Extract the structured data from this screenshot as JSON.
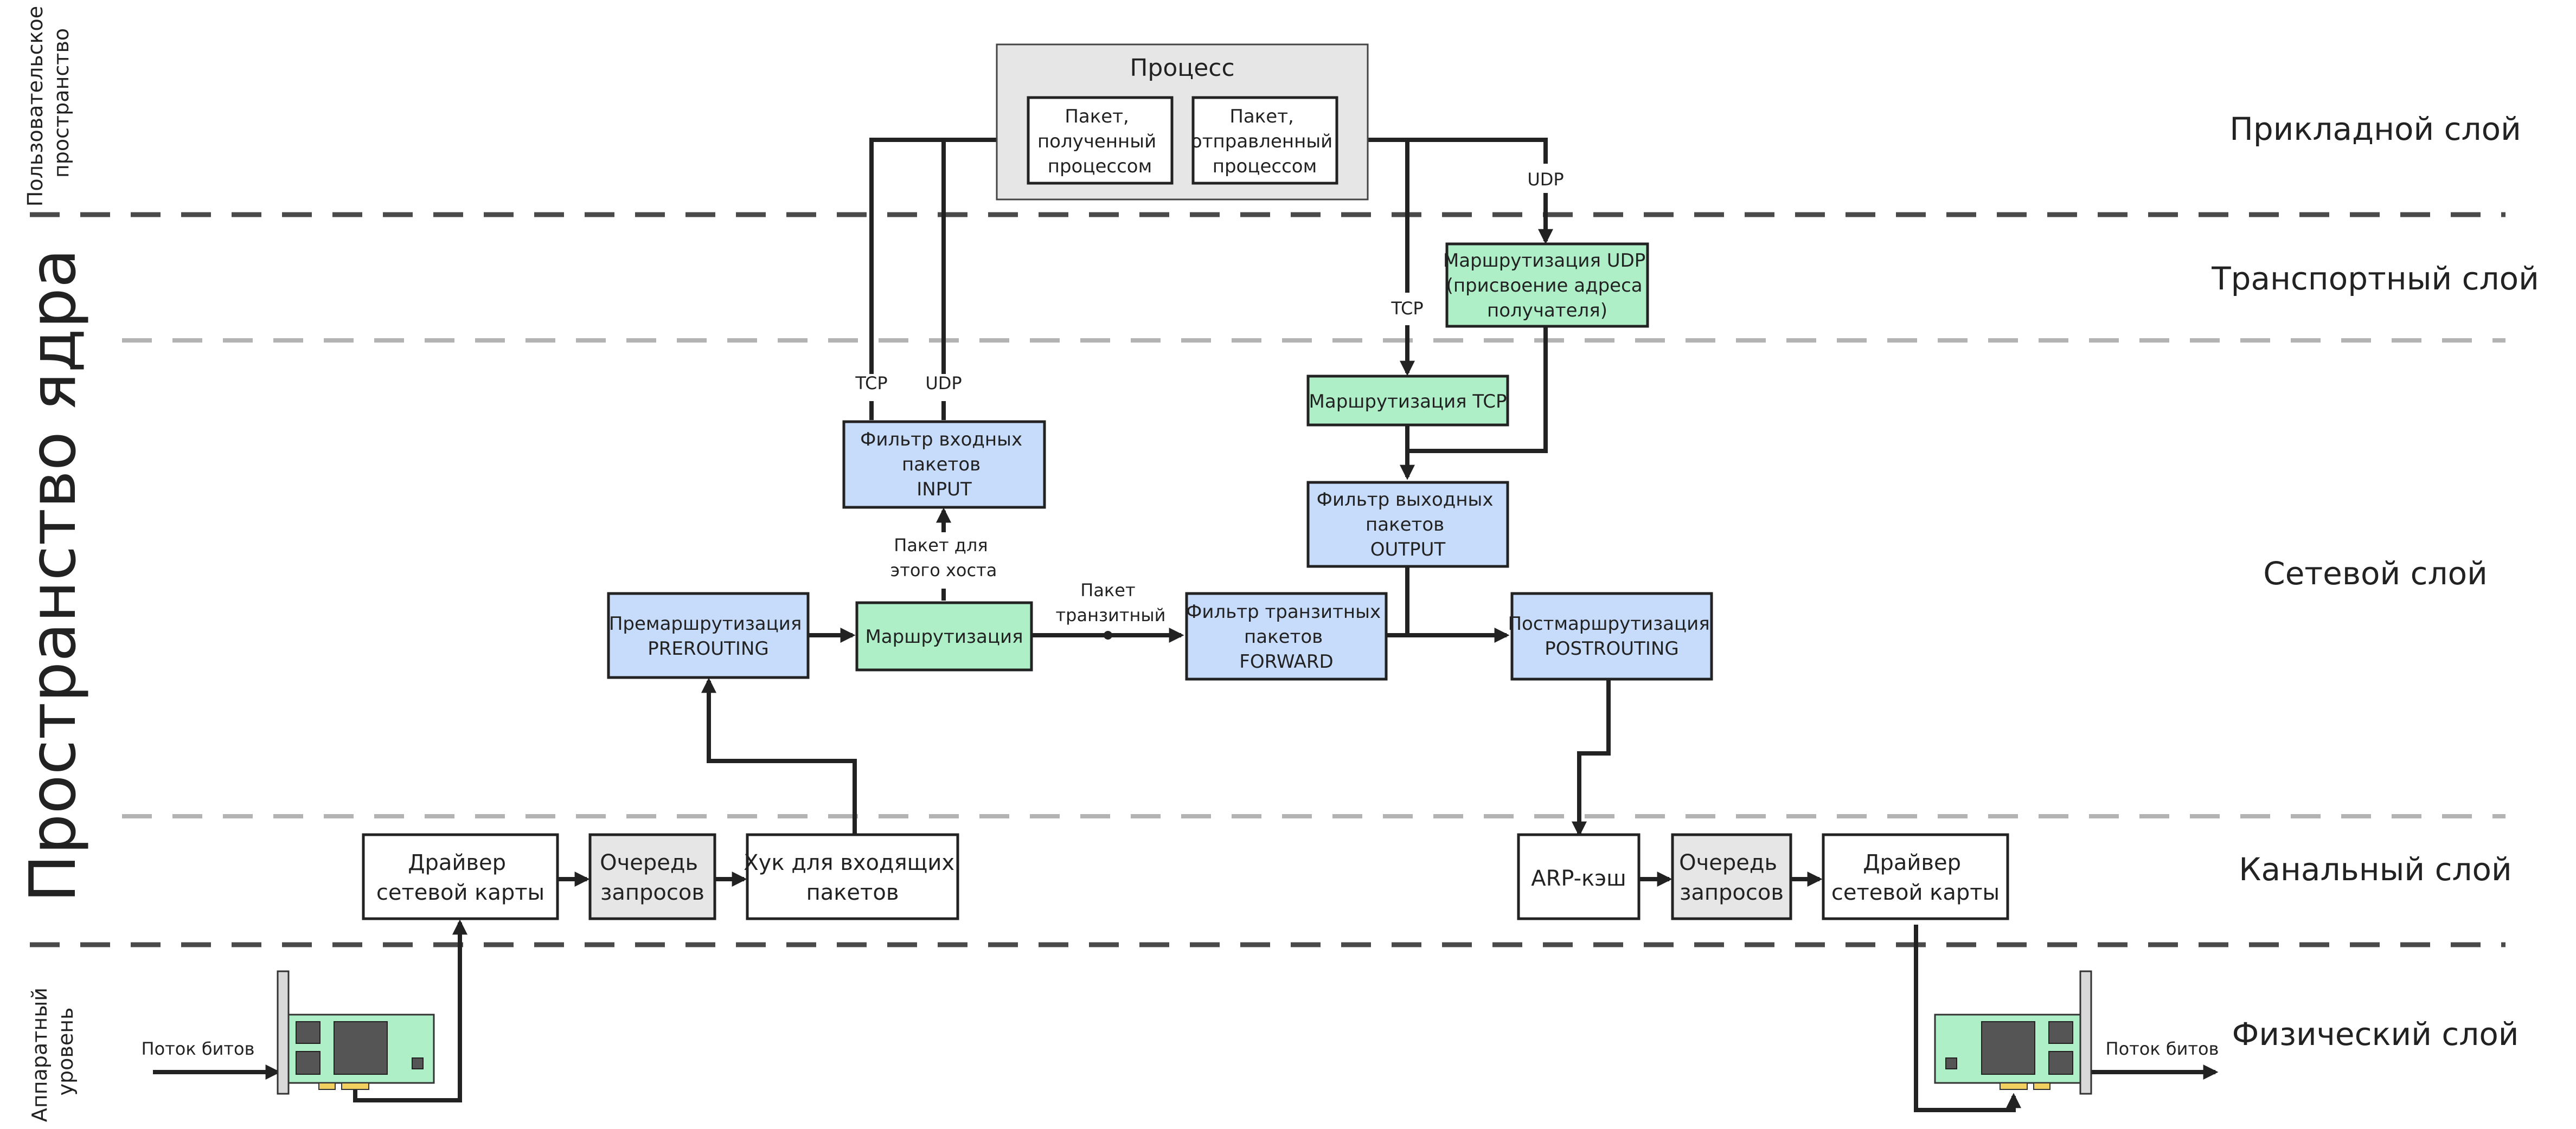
{
  "side_labels": {
    "user_space": [
      "Пользовательское",
      "пространство"
    ],
    "kernel_space": "Пространство ядра",
    "hardware": [
      "Аппаратный",
      "уровень"
    ]
  },
  "layers": {
    "application": "Прикладной слой",
    "transport": "Транспортный слой",
    "network": "Сетевой слой",
    "link": "Канальный слой",
    "physical": "Физический слой"
  },
  "process": {
    "title": "Процесс",
    "received": [
      "Пакет,",
      "полученный",
      "процессом"
    ],
    "sent": [
      "Пакет,",
      "отправленный",
      "процессом"
    ]
  },
  "nodes": {
    "input_filter": [
      "Фильтр входных",
      "пакетов",
      "INPUT"
    ],
    "prerouting": [
      "Премаршрутизация",
      "PREROUTING"
    ],
    "routing": "Маршрутизация",
    "forward_filter": [
      "Фильтр транзитных",
      "пакетов",
      "FORWARD"
    ],
    "output_filter": [
      "Фильтр выходных",
      "пакетов",
      "OUTPUT"
    ],
    "postrouting": [
      "Постмаршрутизация",
      "POSTROUTING"
    ],
    "tcp_routing": "Маршрутизация TCP",
    "udp_routing": [
      "Маршрутизация UDP",
      "(присвоение адреса",
      "получателя)"
    ],
    "driver_in": [
      "Драйвер",
      "сетевой карты"
    ],
    "queue_in": [
      "Очередь",
      "запросов"
    ],
    "hook_in": [
      "Хук для входящих",
      "пакетов"
    ],
    "arp_cache": "ARP-кэш",
    "queue_out": [
      "Очередь",
      "запросов"
    ],
    "driver_out": [
      "Драйвер",
      "сетевой карты"
    ]
  },
  "edge_labels": {
    "tcp_in": "TCP",
    "udp_in": "UDP",
    "tcp_out": "TCP",
    "udp_out": "UDP",
    "for_this_host": [
      "Пакет для",
      "этого хоста"
    ],
    "transit": [
      "Пакет",
      "транзитный"
    ],
    "bits_in": "Поток битов",
    "bits_out": "Поток битов"
  },
  "colors": {
    "filter_blue": "#c7dbfb",
    "routing_green": "#aeefc8",
    "queue_grey": "#e6e6e6",
    "nic_board": "#aeefc8"
  }
}
